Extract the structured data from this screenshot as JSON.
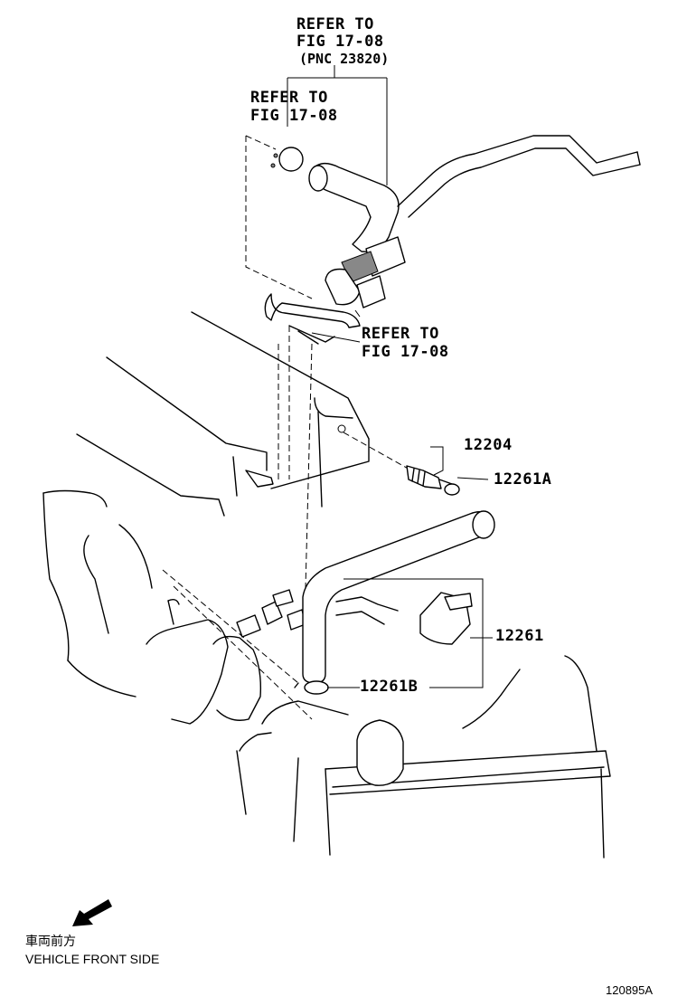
{
  "refer_labels": {
    "top_line1": "REFER TO",
    "top_line2": "FIG 17-08",
    "top_line3": "(PNC 23820)",
    "left_line1": "REFER TO",
    "left_line2": "FIG 17-08",
    "mid_line1": "REFER TO",
    "mid_line2": "FIG 17-08"
  },
  "part_numbers": {
    "p12204": "12204",
    "p12261A": "12261A",
    "p12261": "12261",
    "p12261B": "12261B"
  },
  "orientation": {
    "japanese": "車両前方",
    "english": "VEHICLE FRONT SIDE"
  },
  "illustration_id": "120895A"
}
